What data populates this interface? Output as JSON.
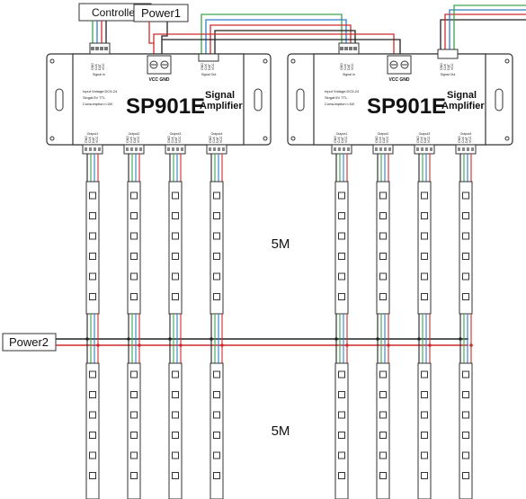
{
  "labels": {
    "controller": "Controller",
    "power1": "Power1",
    "power2": "Power2",
    "length_top": "5M",
    "length_bottom": "5M"
  },
  "amplifiers": [
    {
      "model": "SP901E",
      "title_line1": "Signal",
      "title_line2": "Amplifier",
      "spec1": "Input Voltage:DC5-24",
      "spec2": "Singal:5V TTL",
      "spec3": "Consumption:<1W",
      "power_terminal": "VCC GND",
      "signal_in": "Signal In",
      "signal_out": "Signal Out",
      "outputs": [
        "Output1",
        "Output2",
        "Output3",
        "Output4"
      ],
      "pin_labels": [
        "GND",
        "CLK",
        "DAT",
        "VCC"
      ]
    },
    {
      "model": "SP901E",
      "title_line1": "Signal",
      "title_line2": "Amplifier",
      "spec1": "Input Voltage:DC5-24",
      "spec2": "Singal:5V TTL",
      "spec3": "Consumption:<1W",
      "power_terminal": "VCC GND",
      "signal_in": "Signal In",
      "signal_out": "Signal Out",
      "outputs": [
        "Output1",
        "Output2",
        "Output3",
        "Output4"
      ],
      "pin_labels": [
        "GND",
        "CLK",
        "DAT",
        "VCC"
      ]
    }
  ],
  "colors": {
    "wire_red": "#d12a2a",
    "wire_green": "#3aa64a",
    "wire_blue": "#2f7fc9",
    "wire_black": "#222222",
    "outline": "#333333"
  }
}
